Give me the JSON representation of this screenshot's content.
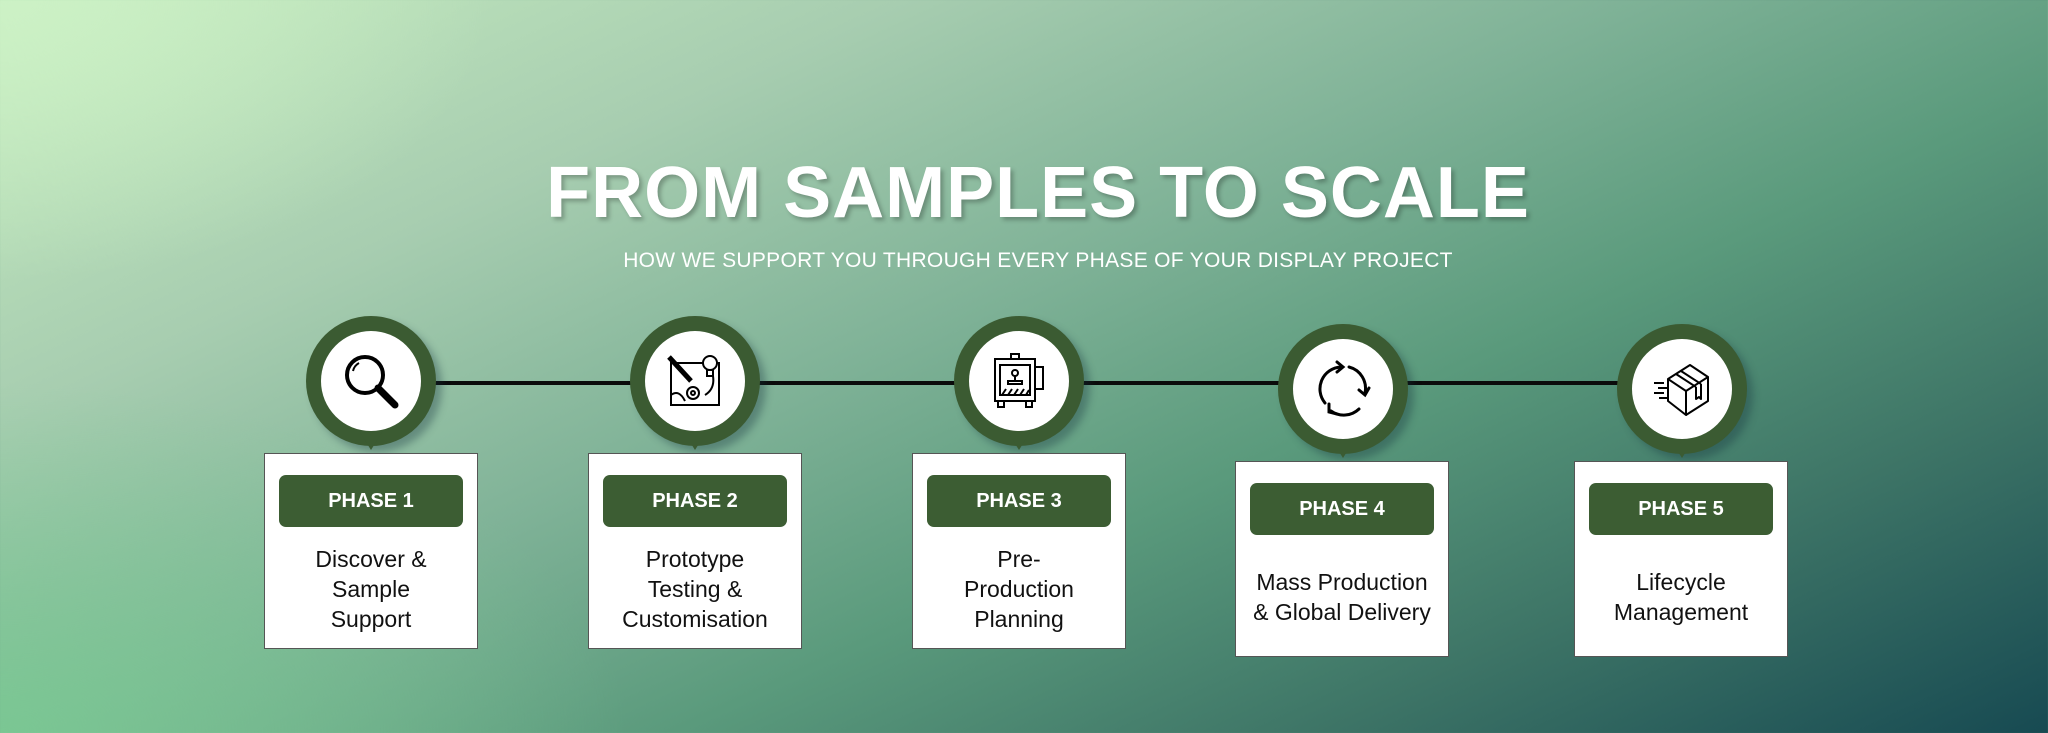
{
  "header": {
    "title": "FROM SAMPLES TO SCALE",
    "subtitle": "HOW WE SUPPORT YOU THROUGH EVERY PHASE OF YOUR DISPLAY PROJECT"
  },
  "colors": {
    "pin": "#3b5b32",
    "badge": "#3c5d33",
    "line": "#0b0b0b"
  },
  "phases": [
    {
      "label": "PHASE 1",
      "description": "Discover & Sample Support",
      "icon": "magnifier-icon"
    },
    {
      "label": "PHASE 2",
      "description": "Prototype Testing & Customisation",
      "icon": "design-blueprint-icon"
    },
    {
      "label": "PHASE 3",
      "description": "Pre-Production Planning",
      "icon": "machine-press-icon"
    },
    {
      "label": "PHASE 4",
      "description": "Mass Production & Global Delivery",
      "icon": "cycle-arrows-icon"
    },
    {
      "label": "PHASE 5",
      "description": "Lifecycle Management",
      "icon": "package-box-icon"
    }
  ]
}
